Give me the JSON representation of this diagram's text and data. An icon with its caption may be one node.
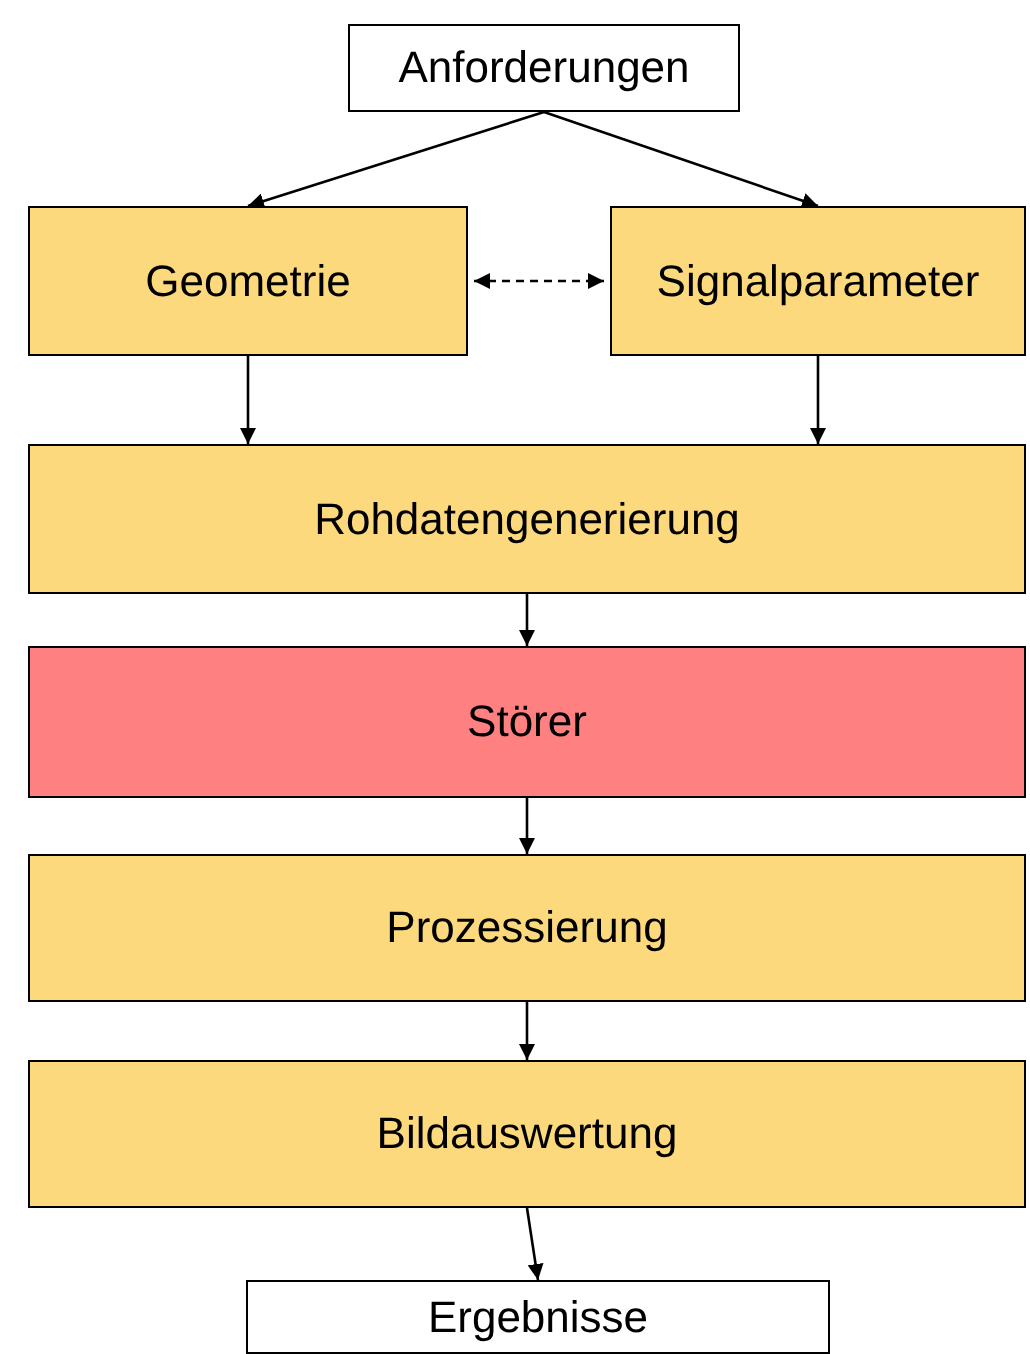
{
  "diagram": {
    "nodes": [
      {
        "text": [
          "Anforderungen"
        ]
      },
      {
        "text": [
          "Geometrie"
        ]
      },
      {
        "text": [
          "Signalparameter"
        ]
      },
      {
        "text": [
          "Rohdatengenerierung"
        ]
      },
      {
        "text": [
          "Störer"
        ]
      },
      {
        "text": [
          "Prozessierung"
        ]
      },
      {
        "text": [
          "Bildauswertung"
        ]
      },
      {
        "text": [
          "Ergebnisse"
        ]
      }
    ],
    "edges": [
      {
        "from": 0,
        "to": 1,
        "arrow": "to"
      },
      {
        "from": 0,
        "to": 2,
        "arrow": "to"
      },
      {
        "from": 1,
        "to": 2,
        "arrow": "both",
        "style": "dashed"
      },
      {
        "from": 1,
        "to": 3,
        "arrow": "to"
      },
      {
        "from": 2,
        "to": 3,
        "arrow": "to"
      },
      {
        "from": 3,
        "to": 4,
        "arrow": "to"
      },
      {
        "from": 4,
        "to": 5,
        "arrow": "to"
      },
      {
        "from": 5,
        "to": 6,
        "arrow": "to"
      },
      {
        "from": 6,
        "to": 7,
        "arrow": "to"
      }
    ]
  }
}
